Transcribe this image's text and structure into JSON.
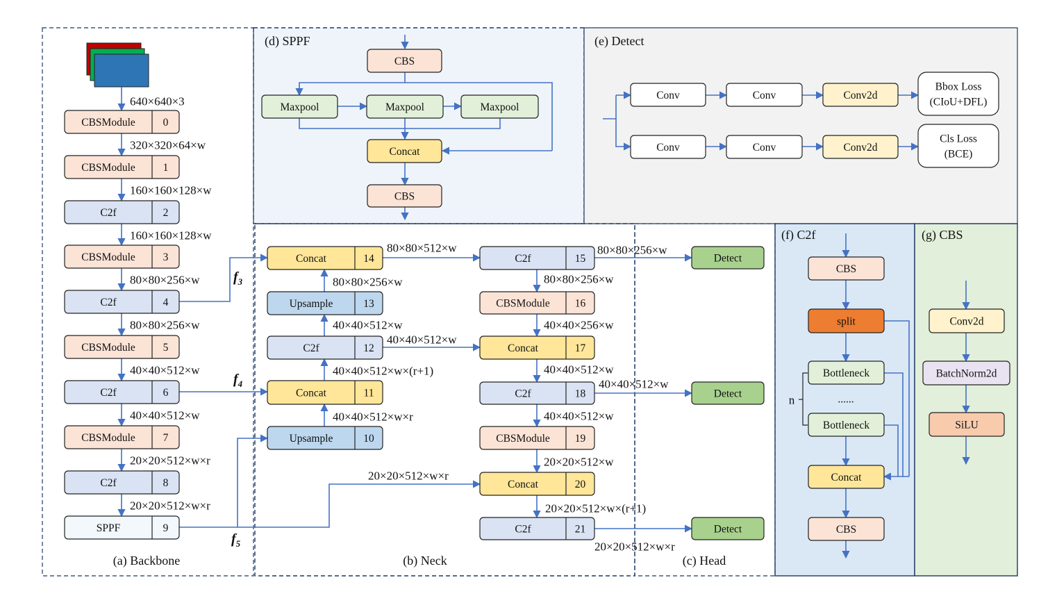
{
  "sections": {
    "backbone": "(a) Backbone",
    "neck": "(b) Neck",
    "head": "(c) Head",
    "sppf": "(d) SPPF",
    "detect": "(e) Detect",
    "c2f": "(f) C2f",
    "cbs": "(g) CBS"
  },
  "colors": {
    "cbs": "#fbe3d6",
    "c2f": "#dae3f3",
    "concat": "#ffe699",
    "upsample": "#bdd7ee",
    "detect": "#a9d18e",
    "maxpool": "#e2f0d9",
    "split": "#ed7d31",
    "sppf": "#f2f8fc",
    "conv": "#ffffff",
    "conv2d": "#fff2cc",
    "batchnorm": "#e9e3f1",
    "silu": "#f8cbad",
    "line": "#4472c4",
    "bg_sppf": "#eef4fa",
    "bg_detect": "#f2f2f2",
    "bg_c2f": "#dae8f6",
    "bg_cbs": "#e2efda"
  },
  "backbone": {
    "input_dim": "640×640×3",
    "layers": [
      {
        "name": "CBSModule",
        "idx": "0",
        "out": "320×320×64×w"
      },
      {
        "name": "CBSModule",
        "idx": "1",
        "out": "160×160×128×w"
      },
      {
        "name": "C2f",
        "idx": "2",
        "out": "160×160×128×w"
      },
      {
        "name": "CBSModule",
        "idx": "3",
        "out": "80×80×256×w"
      },
      {
        "name": "C2f",
        "idx": "4",
        "out": "80×80×256×w"
      },
      {
        "name": "CBSModule",
        "idx": "5",
        "out": "40×40×512×w"
      },
      {
        "name": "C2f",
        "idx": "6",
        "out": "40×40×512×w"
      },
      {
        "name": "CBSModule",
        "idx": "7",
        "out": "20×20×512×w×r"
      },
      {
        "name": "C2f",
        "idx": "8",
        "out": "20×20×512×w×r"
      },
      {
        "name": "SPPF",
        "idx": "9",
        "out": ""
      }
    ],
    "f3": "f",
    "f3_sub": "3",
    "f4": "f",
    "f4_sub": "4",
    "f5": "f",
    "f5_sub": "5"
  },
  "neck": {
    "n14": {
      "name": "Concat",
      "idx": "14"
    },
    "n13": {
      "name": "Upsample",
      "idx": "13"
    },
    "n12": {
      "name": "C2f",
      "idx": "12"
    },
    "n11": {
      "name": "Concat",
      "idx": "11"
    },
    "n10": {
      "name": "Upsample",
      "idx": "10"
    },
    "n15": {
      "name": "C2f",
      "idx": "15"
    },
    "n16": {
      "name": "CBSModule",
      "idx": "16"
    },
    "n17": {
      "name": "Concat",
      "idx": "17"
    },
    "n18": {
      "name": "C2f",
      "idx": "18"
    },
    "n19": {
      "name": "CBSModule",
      "idx": "19"
    },
    "n20": {
      "name": "Concat",
      "idx": "20"
    },
    "n21": {
      "name": "C2f",
      "idx": "21"
    },
    "d_14_15": "80×80×512×w",
    "d_13_14": "80×80×256×w",
    "d_12_13": "40×40×512×w",
    "d_12_17": "40×40×512×w",
    "d_11_12": "40×40×512×w×(r+1)",
    "d_10_11": "40×40×512×w×r",
    "d_15_16": "80×80×256×w",
    "d_16_17": "40×40×256×w",
    "d_17_18": "40×40×512×w",
    "d_18_19": "40×40×512×w",
    "d_19_20": "20×20×512×w",
    "d_9_20": "20×20×512×w×r",
    "d_20_21": "20×20×512×w×(r+1)",
    "d_15_det": "80×80×256×w",
    "d_18_det": "40×40×512×w",
    "d_21_det": "20×20×512×w×r"
  },
  "head": {
    "detect": "Detect"
  },
  "sppf": {
    "cbs": "CBS",
    "maxpool": "Maxpool",
    "concat": "Concat"
  },
  "detect_block": {
    "conv": "Conv",
    "conv2d": "Conv2d",
    "bbox_loss": "Bbox Loss",
    "bbox_loss_sub": "(CIoU+DFL)",
    "cls_loss": "Cls Loss",
    "cls_loss_sub": "(BCE)"
  },
  "c2f_block": {
    "cbs": "CBS",
    "split": "split",
    "bottleneck": "Bottleneck",
    "dots": "......",
    "n": "n",
    "concat": "Concat"
  },
  "cbs_block": {
    "conv2d": "Conv2d",
    "batchnorm": "BatchNorm2d",
    "silu": "SiLU"
  }
}
